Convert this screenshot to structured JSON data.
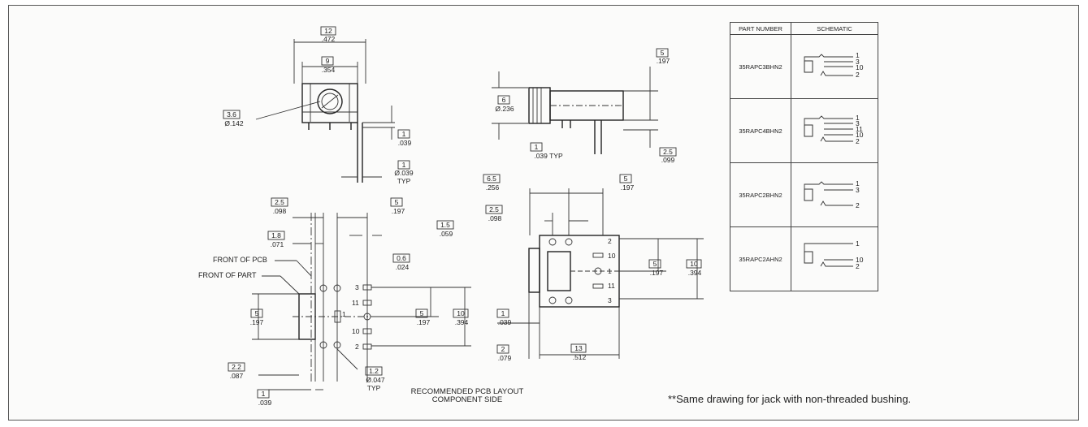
{
  "table": {
    "headers": [
      "PART NUMBER",
      "SCHEMATIC"
    ],
    "rows": [
      {
        "part": "35RAPC3BHN2",
        "pins": [
          "1",
          "3",
          "10",
          "2"
        ]
      },
      {
        "part": "35RAPC4BHN2",
        "pins": [
          "1",
          "3",
          "11",
          "10",
          "2"
        ]
      },
      {
        "part": "35RAPC2BHN2",
        "pins": [
          "1",
          "3",
          "2"
        ]
      },
      {
        "part": "35RAPC2AHN2",
        "pins": [
          "1",
          "10",
          "2"
        ]
      }
    ]
  },
  "note": "**Same drawing for jack with non-threaded bushing.",
  "pcb_caption": [
    "RECOMMENDED PCB LAYOUT",
    "COMPONENT SIDE"
  ],
  "front_view": {
    "d12": {
      "mm": "12",
      "in": ".472"
    },
    "d9": {
      "mm": "9",
      "in": ".354"
    },
    "d36": {
      "mm": "3.6",
      "in": "Ø.142"
    },
    "d1": {
      "mm": "1",
      "in": ".039"
    },
    "d1b": {
      "mm": "1",
      "in": "Ø.039",
      "note": "TYP"
    }
  },
  "side_view": {
    "d5": {
      "mm": "5",
      "in": ".197"
    },
    "d6": {
      "mm": "6",
      "in": "Ø.236"
    },
    "d1": {
      "mm": "1",
      "in": ".039 TYP"
    },
    "d25": {
      "mm": "2.5",
      "in": ".099"
    }
  },
  "bottom_view": {
    "d65": {
      "mm": "6.5",
      "in": ".256"
    },
    "d5a": {
      "mm": "5",
      "in": ".197"
    },
    "d25": {
      "mm": "2.5",
      "in": ".098"
    },
    "d5b": {
      "mm": "5",
      "in": ".197"
    },
    "d10": {
      "mm": "10",
      "in": ".394"
    },
    "d1": {
      "mm": "1",
      "in": ".039"
    },
    "d2": {
      "mm": "2",
      "in": ".079"
    },
    "d13": {
      "mm": "13",
      "in": ".512"
    },
    "pins": [
      "2",
      "10",
      "1",
      "11",
      "3"
    ]
  },
  "pcb_layout": {
    "front_of_pcb": "FRONT OF PCB",
    "front_of_part": "FRONT OF PART",
    "d25": {
      "mm": "2.5",
      "in": ".098"
    },
    "d5a": {
      "mm": "5",
      "in": ".197"
    },
    "d18": {
      "mm": "1.8",
      "in": ".071"
    },
    "d15": {
      "mm": "1.5",
      "in": ".059"
    },
    "d06": {
      "mm": "0.6",
      "in": ".024"
    },
    "d5b": {
      "mm": "5",
      "in": ".197"
    },
    "d5c": {
      "mm": "5",
      "in": ".197"
    },
    "d10": {
      "mm": "10",
      "in": ".394"
    },
    "d22": {
      "mm": "2.2",
      "in": ".087"
    },
    "d12": {
      "mm": "1.2",
      "in": "Ø.047",
      "note": "TYP"
    },
    "d1": {
      "mm": "1",
      "in": ".039"
    },
    "pins": [
      "3",
      "11",
      "1",
      "10",
      "2"
    ]
  }
}
